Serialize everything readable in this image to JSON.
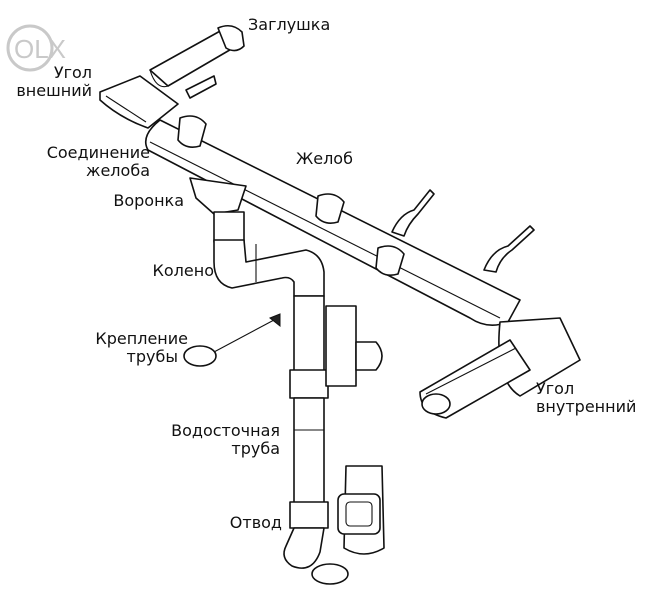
{
  "watermark": "OLX",
  "labels": {
    "zaglushka": "Заглушка",
    "ugol_vneshniy_1": "Угол",
    "ugol_vneshniy_2": "внешний",
    "soedinenie_1": "Соединение",
    "soedinenie_2": "желоба",
    "zhelob": "Желоб",
    "voronka": "Воронка",
    "koleno": "Колено",
    "kreplenie_1": "Крепление",
    "kreplenie_2": "трубы",
    "ugol_vnutr_1": "Угол",
    "ugol_vnutr_2": "внутренний",
    "vodostochnaya_1": "Водосточная",
    "vodostochnaya_2": "труба",
    "otvod": "Отвод"
  }
}
